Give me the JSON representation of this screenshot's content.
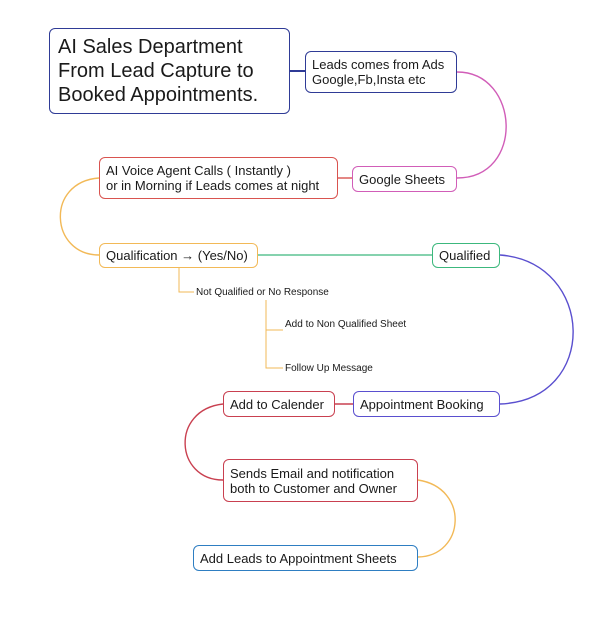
{
  "colors": {
    "navy": "#2f3b96",
    "magenta": "#d15db8",
    "red": "#d9534f",
    "orange": "#f2b957",
    "green": "#3cb87d",
    "purple": "#5a4fcf",
    "crimson": "#c94050",
    "blue": "#2e7ec2"
  },
  "nodes": {
    "root": "AI Sales Department\nFrom Lead Capture to\nBooked Appointments.",
    "leads": "Leads comes from Ads\nGoogle,Fb,Insta etc",
    "google_sheets": "Google Sheets",
    "voice_agent": "AI Voice Agent Calls ( Instantly )\nor in Morning if Leads comes at night",
    "qualification": "Qualification → (Yes/No)",
    "qualified": "Qualified",
    "appointment_booking": "Appointment Booking",
    "add_calendar": "Add to Calender",
    "sends_email": "Sends Email and notification\nboth to Customer and Owner",
    "add_leads": "Add Leads to Appointment Sheets"
  },
  "leaves": {
    "not_qualified": "Not Qualified or No Response",
    "add_non_qualified": "Add to Non Qualified Sheet",
    "follow_up": "Follow Up Message"
  }
}
